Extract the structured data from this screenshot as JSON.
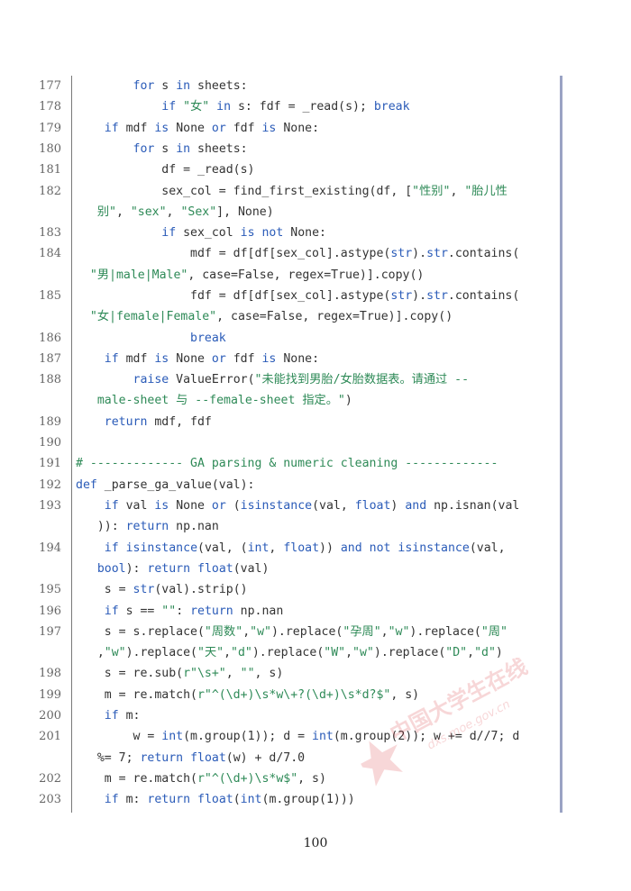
{
  "page_number": "100",
  "watermark": {
    "text": "中国大学生在线",
    "url": "dxs.moe.gov.cn"
  },
  "lines": [
    {
      "n": "177",
      "t": "        [[for]] s [[in]] sheets:"
    },
    {
      "n": "178",
      "t": "            [[if]] {{\"女\"}} [[in]] s: fdf = _read(s); [[break]]"
    },
    {
      "n": "179",
      "t": "    [[if]] mdf [[is]] None [[or]] fdf [[is]] None:"
    },
    {
      "n": "180",
      "t": "        [[for]] s [[in]] sheets:"
    },
    {
      "n": "181",
      "t": "            df = _read(s)"
    },
    {
      "n": "182",
      "t": "            sex_col = find_first_existing(df, [{{\"性别\"}}, {{\"胎儿性\n   别\"}}, {{\"sex\"}}, {{\"Sex\"}}], None)"
    },
    {
      "n": "183",
      "t": "            [[if]] sex_col [[is]] [[not]] None:"
    },
    {
      "n": "184",
      "t": "                mdf = df[df[sex_col].astype([[str]]).[[str]].contains(\n  {{\"男|male|Male\"}}, case=False, regex=True)].copy()"
    },
    {
      "n": "185",
      "t": "                fdf = df[df[sex_col].astype([[str]]).[[str]].contains(\n  {{\"女|female|Female\"}}, case=False, regex=True)].copy()"
    },
    {
      "n": "186",
      "t": "                [[break]]"
    },
    {
      "n": "187",
      "t": "    [[if]] mdf [[is]] None [[or]] fdf [[is]] None:"
    },
    {
      "n": "188",
      "t": "        [[raise]] ValueError({{\"未能找到男胎/女胎数据表。请通过 --\n   male-sheet 与 --female-sheet 指定。\"}})"
    },
    {
      "n": "189",
      "t": "    [[return]] mdf, fdf"
    },
    {
      "n": "190",
      "t": ""
    },
    {
      "n": "191",
      "t": "<<# ------------- GA parsing & numeric cleaning ------------->>"
    },
    {
      "n": "192",
      "t": "[[def]] _parse_ga_value(val):"
    },
    {
      "n": "193",
      "t": "    [[if]] val [[is]] None [[or]] ([[isinstance]](val, [[float]]) [[and]] np.isnan(val\n   )): [[return]] np.nan"
    },
    {
      "n": "194",
      "t": "    [[if]] [[isinstance]](val, ([[int]], [[float]])) [[and]] [[not]] [[isinstance]](val,\n   [[bool]]): [[return]] [[float]](val)"
    },
    {
      "n": "195",
      "t": "    s = [[str]](val).strip()"
    },
    {
      "n": "196",
      "t": "    [[if]] s == {{\"\"}}: [[return]] np.nan"
    },
    {
      "n": "197",
      "t": "    s = s.replace({{\"周数\"}},{{\"w\"}}).replace({{\"孕周\"}},{{\"w\"}}).replace({{\"周\"}}\n   ,{{\"w\"}}).replace({{\"天\"}},{{\"d\"}}).replace({{\"W\"}},{{\"w\"}}).replace({{\"D\"}},{{\"d\"}})"
    },
    {
      "n": "198",
      "t": "    s = re.sub({{r\"\\s+\"}}, {{\"\"}}, s)"
    },
    {
      "n": "199",
      "t": "    m = re.match({{r\"^(\\d+)\\s*w\\+?(\\d+)\\s*d?$\"}}, s)"
    },
    {
      "n": "200",
      "t": "    [[if]] m:"
    },
    {
      "n": "201",
      "t": "        w = [[int]](m.group(1)); d = [[int]](m.group(2)); w += d//7; d\n   %= 7; [[return]] [[float]](w) + d/7.0"
    },
    {
      "n": "202",
      "t": "    m = re.match({{r\"^(\\d+)\\s*w$\"}}, s)"
    },
    {
      "n": "203",
      "t": "    [[if]] m: [[return]] [[float]]([[int]](m.group(1)))"
    }
  ]
}
